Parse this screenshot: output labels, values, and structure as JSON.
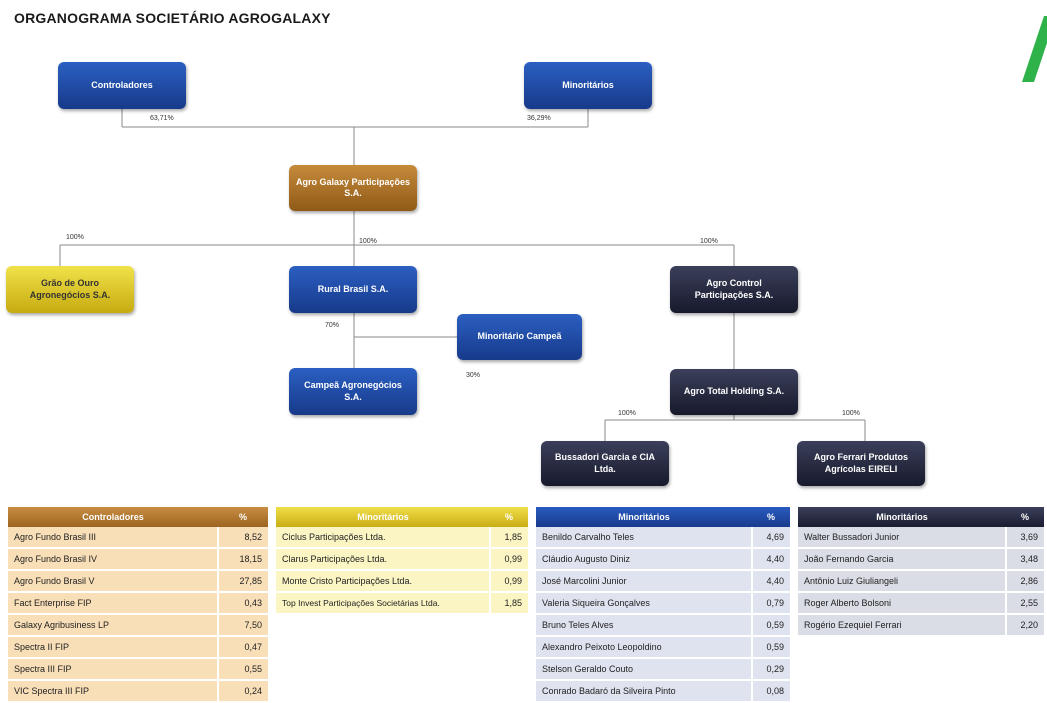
{
  "title": "ORGANOGRAMA SOCIETÁRIO AGROGALAXY",
  "nodes": {
    "controladores": "Controladores",
    "minoritarios": "Minoritários",
    "agro_galaxy": "Agro Galaxy Participações S.A.",
    "grao_de_ouro": "Grão de Ouro Agronegócios S.A.",
    "rural_brasil": "Rural Brasil S.A.",
    "agro_control": "Agro Control Participações S.A.",
    "minoritario_campea": "Minoritário Campeã",
    "campea": "Campeã Agronegócios S.A.",
    "agro_total": "Agro Total Holding S.A.",
    "bussadori": "Bussadori Garcia e CIA Ltda.",
    "agro_ferrari": "Agro Ferrari Produtos Agrícolas EIRELI"
  },
  "percentages": {
    "controladores": "63,71%",
    "minoritarios": "36,29%",
    "grao_de_ouro": "100%",
    "rural_brasil": "100%",
    "agro_control": "100%",
    "campea_rural": "70%",
    "campea_minoritario": "30%",
    "bussadori": "100%",
    "agro_ferrari": "100%"
  },
  "tables": [
    {
      "header": "Controladores",
      "pct_header": "%",
      "rows": [
        {
          "name": "Agro Fundo Brasil III",
          "value": "8,52"
        },
        {
          "name": "Agro Fundo Brasil IV",
          "value": "18,15"
        },
        {
          "name": "Agro Fundo Brasil V",
          "value": "27,85"
        },
        {
          "name": "Fact Enterprise FIP",
          "value": "0,43"
        },
        {
          "name": "Galaxy Agribusiness LP",
          "value": "7,50"
        },
        {
          "name": "Spectra II FIP",
          "value": "0,47"
        },
        {
          "name": "Spectra III FIP",
          "value": "0,55"
        },
        {
          "name": "VIC Spectra III FIP",
          "value": "0,24"
        }
      ]
    },
    {
      "header": "Minoritários",
      "pct_header": "%",
      "rows": [
        {
          "name": "Ciclus Participações Ltda.",
          "value": "1,85"
        },
        {
          "name": "Clarus Participações Ltda.",
          "value": "0,99"
        },
        {
          "name": "Monte Cristo Participações Ltda.",
          "value": "0,99"
        },
        {
          "name": "Top Invest Participações Societárias Ltda.",
          "value": "1,85"
        }
      ]
    },
    {
      "header": "Minoritários",
      "pct_header": "%",
      "rows": [
        {
          "name": "Benildo Carvalho Teles",
          "value": "4,69"
        },
        {
          "name": "Cláudio Augusto Diniz",
          "value": "4,40"
        },
        {
          "name": "José Marcolini Junior",
          "value": "4,40"
        },
        {
          "name": "Valeria Siqueira Gonçalves",
          "value": "0,79"
        },
        {
          "name": "Bruno Teles Alves",
          "value": "0,59"
        },
        {
          "name": "Alexandro Peixoto Leopoldino",
          "value": "0,59"
        },
        {
          "name": "Stelson Geraldo Couto",
          "value": "0,29"
        },
        {
          "name": "Conrado Badaró da Silveira Pinto",
          "value": "0,08"
        }
      ]
    },
    {
      "header": "Minoritários",
      "pct_header": "%",
      "rows": [
        {
          "name": "Walter Bussadori Junior",
          "value": "3,69"
        },
        {
          "name": "João Fernando Garcia",
          "value": "3,48"
        },
        {
          "name": "Antônio Luiz Giuliangeli",
          "value": "2,86"
        },
        {
          "name": "Roger Alberto Bolsoni",
          "value": "2,55"
        },
        {
          "name": "Rogério Ezequiel Ferrari",
          "value": "2,20"
        }
      ]
    }
  ],
  "colors": {
    "blue": "#1f4aa6",
    "orange": "#b0782e",
    "yellow": "#e4cf2a",
    "dark": "#262a40",
    "logo_green": "#2fb24a"
  }
}
